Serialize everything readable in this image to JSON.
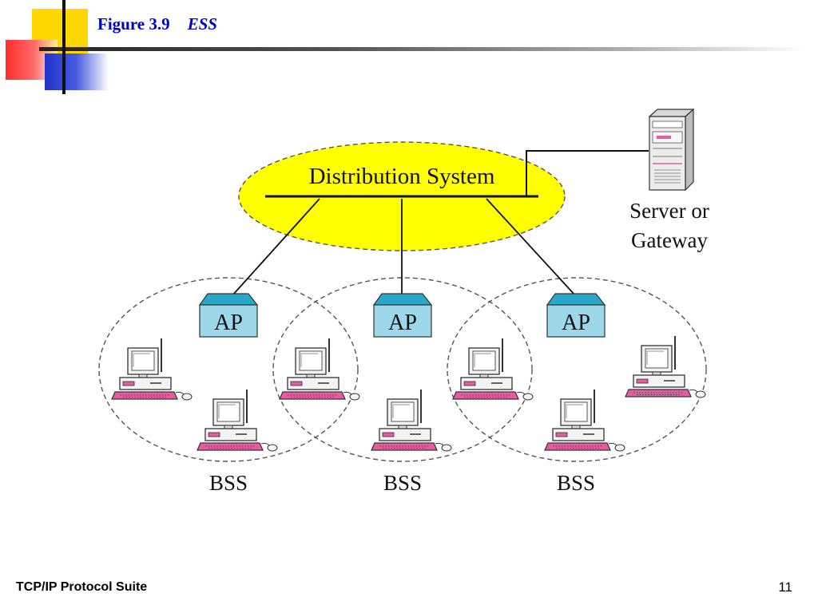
{
  "slide": {
    "figure_number": "Figure 3.9",
    "figure_name": "ESS",
    "footer_left": "TCP/IP Protocol Suite",
    "page_number": "11"
  },
  "diagram": {
    "distribution_system_label": "Distribution System",
    "server_label_line1": "Server or",
    "server_label_line2": "Gateway",
    "access_points": [
      {
        "label": "AP"
      },
      {
        "label": "AP"
      },
      {
        "label": "AP"
      }
    ],
    "bss": [
      {
        "label": "BSS"
      },
      {
        "label": "BSS"
      },
      {
        "label": "BSS"
      }
    ]
  },
  "colors": {
    "title": "#0000cc",
    "distribution_system_fill": "#ffff00",
    "ap_front": "#9cd8ea",
    "ap_top": "#2aa8c8",
    "computer_accent": "#e75ba0"
  }
}
